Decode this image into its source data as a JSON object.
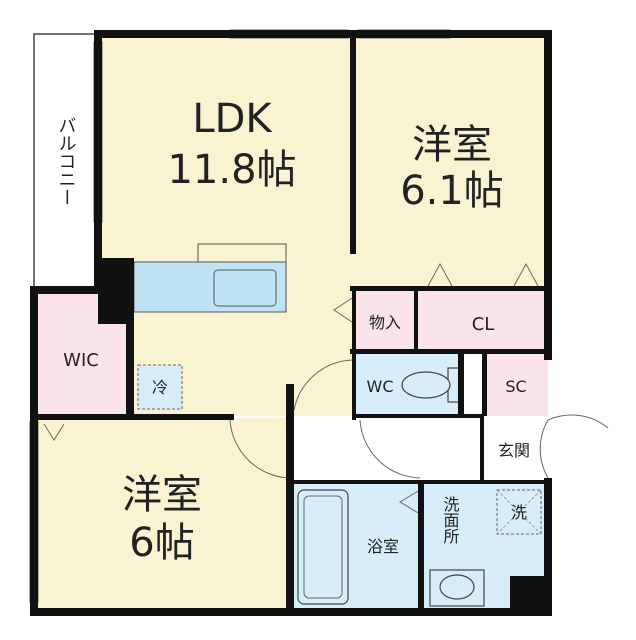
{
  "rooms": {
    "ldk": {
      "name": "LDK",
      "size": "11.8帖"
    },
    "bedroom1": {
      "name": "洋室",
      "size": "6.1帖"
    },
    "bedroom2": {
      "name": "洋室",
      "size": "6帖"
    },
    "balcony": "バルコニー",
    "wic": "WIC",
    "storage": "物入",
    "closet": "CL",
    "toilet": "WC",
    "shoe_closet": "SC",
    "entrance": "玄関",
    "bathroom": "浴室",
    "washroom": "洗面所",
    "fridge": "冷",
    "washer": "洗"
  },
  "colors": {
    "wall": "#111111",
    "ldk_fill": "#faf3d2",
    "bedroom_fill": "#faf3d2",
    "closet_fill": "#fbe3ec",
    "wet_fill": "#d7eefa",
    "kitchen_fill": "#bfe3f5",
    "balcony_fill": "#ffffff",
    "hall_fill": "#ffffff"
  }
}
